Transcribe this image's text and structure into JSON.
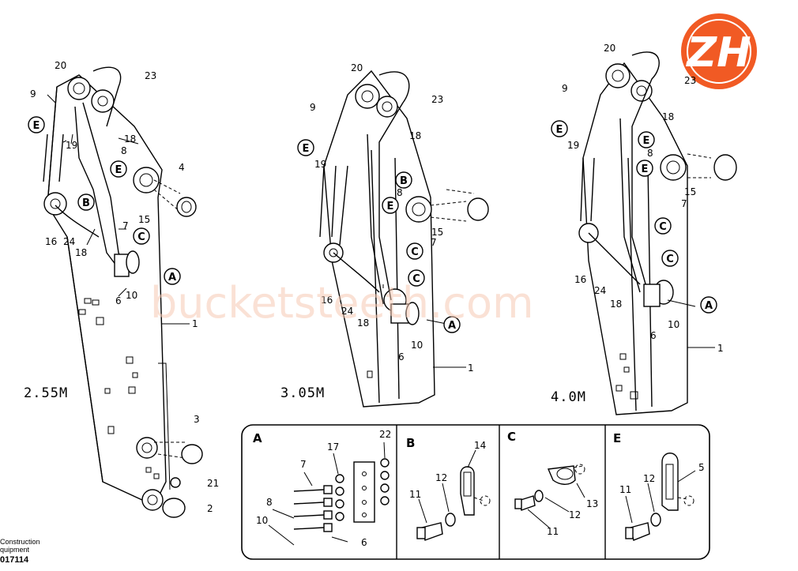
{
  "logo": {
    "text": "ZH",
    "color": "#f15a24"
  },
  "watermark": "bucketsteeth.com",
  "views": [
    {
      "label": "2.55M"
    },
    {
      "label": "3.05M"
    },
    {
      "label": "4.0M"
    }
  ],
  "callouts": [
    "A",
    "B",
    "C",
    "E"
  ],
  "parts": [
    "1",
    "2",
    "3",
    "4",
    "5",
    "6",
    "7",
    "8",
    "9",
    "10",
    "11",
    "12",
    "13",
    "14",
    "15",
    "16",
    "17",
    "18",
    "19",
    "20",
    "21",
    "22",
    "23",
    "24"
  ],
  "details": [
    {
      "letter": "A"
    },
    {
      "letter": "B"
    },
    {
      "letter": "C"
    },
    {
      "letter": "E"
    }
  ],
  "footer": {
    "line1": "Construction",
    "line2": "quipment",
    "code": "017114"
  }
}
